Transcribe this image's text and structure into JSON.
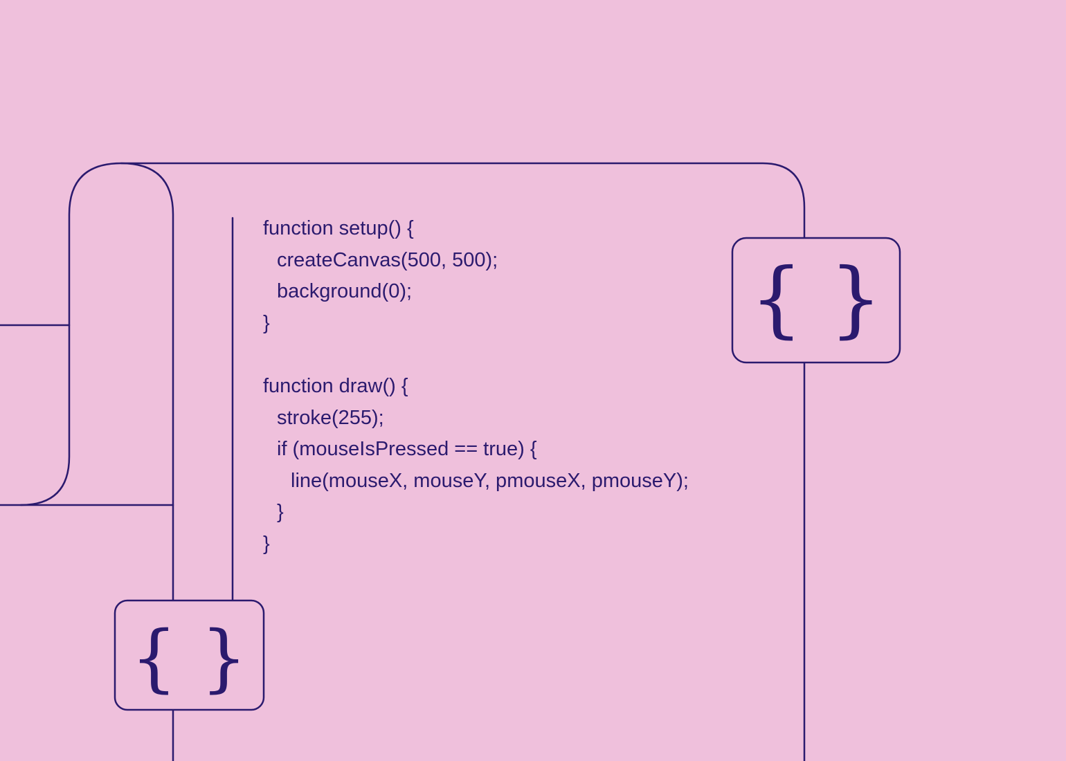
{
  "code": {
    "lines": [
      {
        "text": "function setup() {",
        "indent": 0
      },
      {
        "text": "createCanvas(500, 500);",
        "indent": 1
      },
      {
        "text": "background(0);",
        "indent": 1
      },
      {
        "text": "}",
        "indent": 0
      },
      {
        "text": "",
        "indent": 0
      },
      {
        "text": "function draw() {",
        "indent": 0
      },
      {
        "text": "stroke(255);",
        "indent": 1
      },
      {
        "text": "if (mouseIsPressed == true) {",
        "indent": 1
      },
      {
        "text": "line(mouseX, mouseY, pmouseX, pmouseY);",
        "indent": 2
      },
      {
        "text": "}",
        "indent": 1
      },
      {
        "text": "}",
        "indent": 0
      }
    ]
  },
  "badges": {
    "top_right_icon": "curly-braces-icon",
    "bottom_left_icon": "curly-braces-icon"
  },
  "colors": {
    "background": "#efc0dc",
    "ink": "#2b1a6e"
  }
}
